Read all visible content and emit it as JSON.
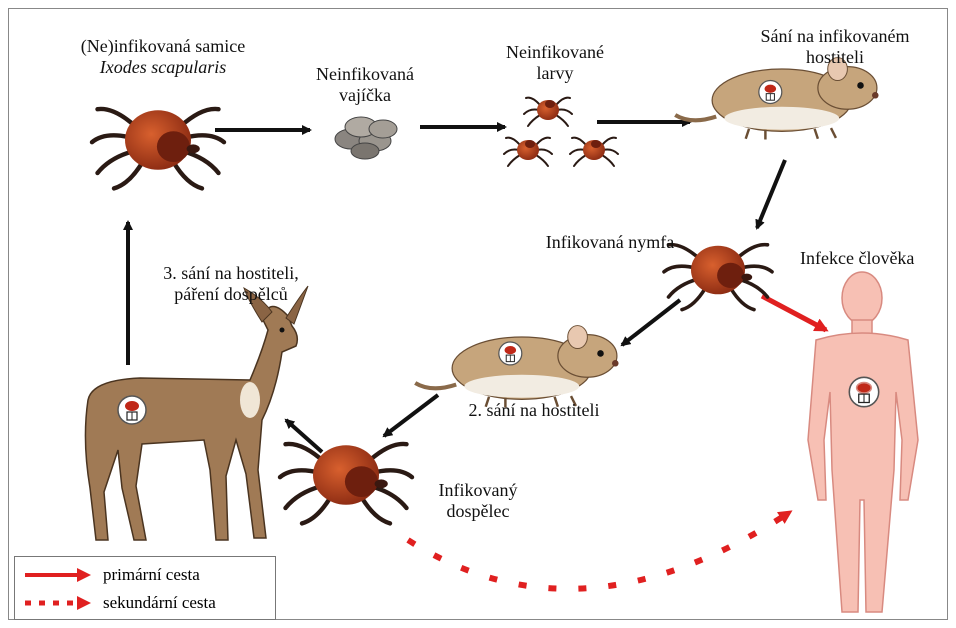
{
  "labels": {
    "female_tick": "(Ne)infikovaná samice",
    "species": "Ixodes scapularis",
    "eggs_1": "Neinfikovaná",
    "eggs_2": "vajíčka",
    "larvae_1": "Neinfikované",
    "larvae_2": "larvy",
    "feeding_1": "Sání na infikovaném",
    "feeding_2": "hostiteli",
    "nymph": "Infikovaná nymfa",
    "human": "Infekce člověka",
    "third_1": "3. sání na hostiteli,",
    "third_2": "páření dospělců",
    "second": "2. sání na hostiteli",
    "adult_1": "Infikovaný",
    "adult_2": "dospělec"
  },
  "legend": {
    "primary": "primární cesta",
    "secondary": "sekundární cesta"
  },
  "colors": {
    "tick_body": "#b8401f",
    "tick_shield": "#6e1f0e",
    "tick_legs": "#2a1a14",
    "arrow_black": "#111111",
    "arrow_red": "#e02020",
    "mouse": "#c6a57c",
    "deer": "#a07a55",
    "human": "#f7c0b4"
  }
}
